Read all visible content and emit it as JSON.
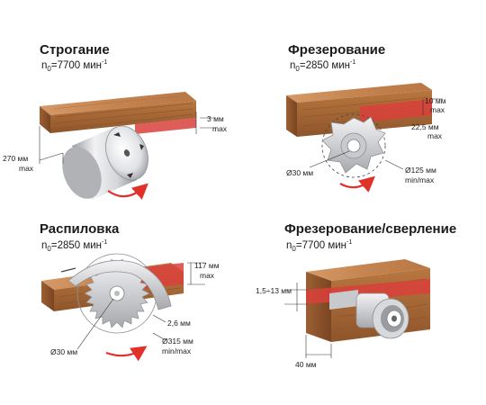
{
  "colors": {
    "wood_light": "#c98a57",
    "wood_mid": "#a8683b",
    "wood_dark": "#7a4522",
    "cut_red": "#d9413b",
    "arrow_red": "#e0322b",
    "metal_light": "#e8e8ea",
    "metal_dark": "#8d8f94"
  },
  "panels": {
    "planing": {
      "title": "Строгание",
      "speed_prefix": "n",
      "speed_sub": "0",
      "speed_value": "=7700 мин",
      "speed_sup": "-1",
      "dim_depth": "3 мм",
      "dim_depth_max": "max",
      "dim_width": "270 мм",
      "dim_width_max": "max"
    },
    "milling": {
      "title": "Фрезерование",
      "speed_prefix": "n",
      "speed_sub": "0",
      "speed_value": "=2850 мин",
      "speed_sup": "-1",
      "dim_depth": "10 мм",
      "dim_depth_max": "max",
      "dim_height": "22,5 мм",
      "dim_height_max": "max",
      "dim_bore": "Ø30 мм",
      "dim_diam": "Ø125 мм",
      "dim_diam_max": "min/max"
    },
    "sawing": {
      "title": "Распиловка",
      "speed_prefix": "n",
      "speed_sub": "0",
      "speed_value": "=2850 мин",
      "speed_sup": "-1",
      "dim_depth": "117 мм",
      "dim_depth_max": "max",
      "dim_kerf": "2,6 мм",
      "dim_bore": "Ø30 мм",
      "dim_diam": "Ø315 мм",
      "dim_diam_max": "min/max"
    },
    "drilling": {
      "title": "Фрезерование/сверление",
      "speed_prefix": "n",
      "speed_sub": "0",
      "speed_value": "=7700 мин",
      "speed_sup": "-1",
      "dim_range": "1,5÷13 мм",
      "dim_depth": "40 мм"
    }
  }
}
